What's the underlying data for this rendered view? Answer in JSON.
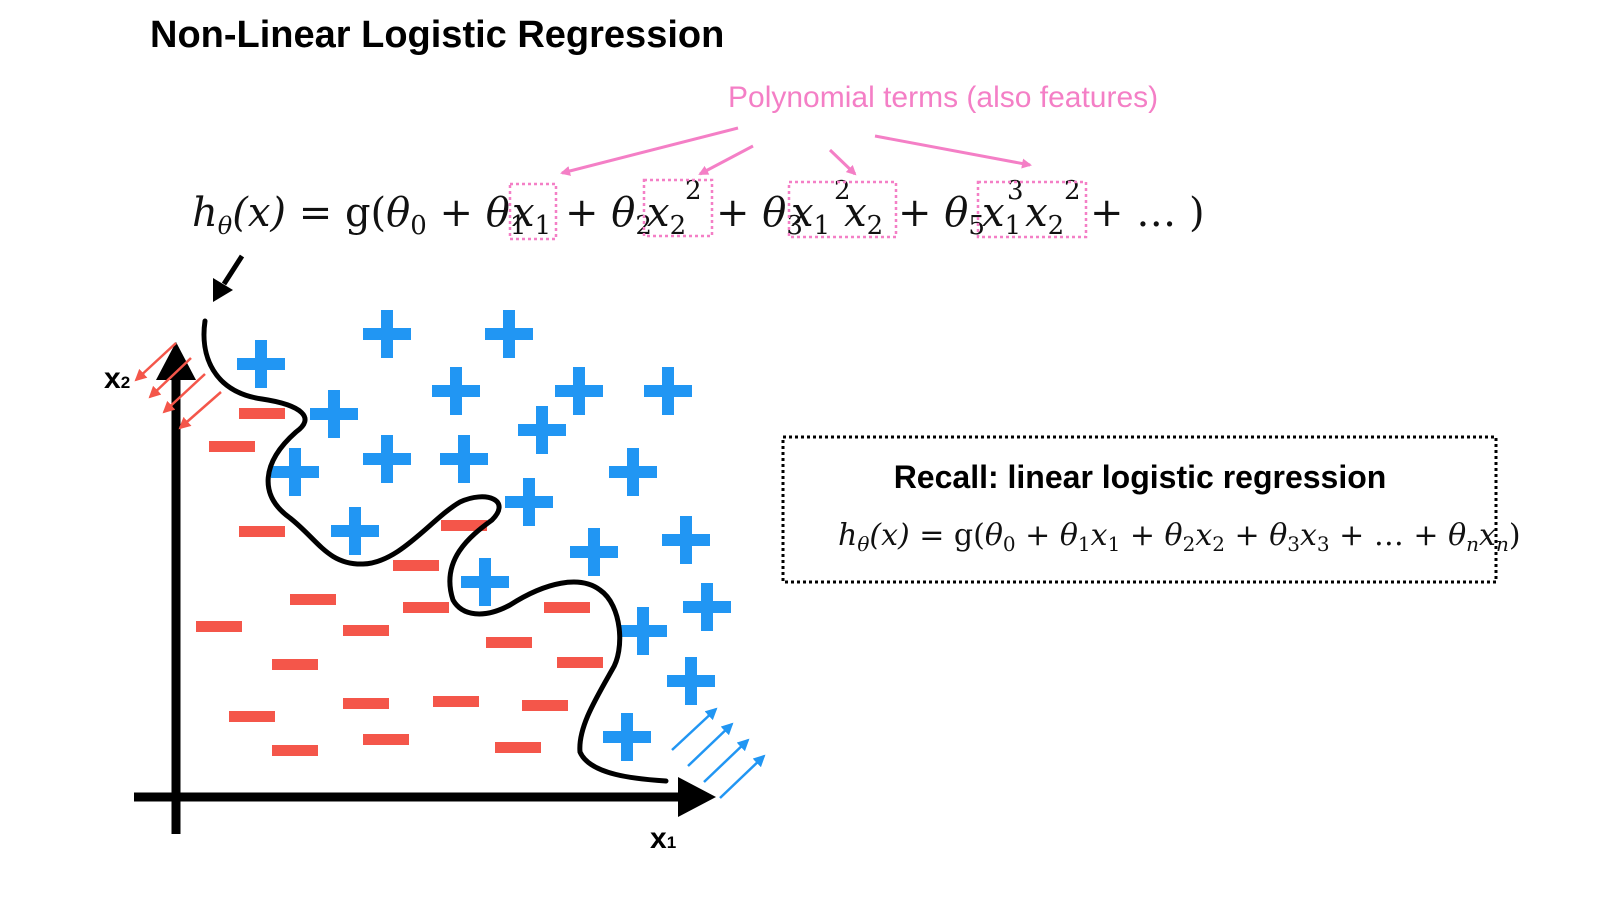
{
  "title": "Non-Linear Logistic Regression",
  "polynomial_label": "Polynomial terms (also features)",
  "main_equation": {
    "h": "h",
    "h_sub": "θ",
    "arg": "(x)",
    "eq": " = g(",
    "theta0": "θ",
    "sub0": "0",
    "plus1": " + ",
    "theta1": "θ",
    "sub1": "1",
    "term1_x": "x",
    "term1_sub": "1",
    "plus2": " + ",
    "theta2": "θ",
    "sub2": "2",
    "term2_x": "x",
    "term2_sub": "2",
    "term2_sup": "2",
    "plus3": " + ",
    "theta3": "θ",
    "sub3": "3",
    "term3_x1": "x",
    "term3_x1_sub": "1",
    "term3_x1_sup": "2",
    "term3_x2": "x",
    "term3_x2_sub": "2",
    "plus4": " + ",
    "theta5": "θ",
    "sub5": "5",
    "term4_x1": "x",
    "term4_x1_sub": "1",
    "term4_x1_sup": "3",
    "term4_x2": "x",
    "term4_x2_sub": "2",
    "term4_x2_sup": "2",
    "tail": " + … )"
  },
  "axes": {
    "x_label": "x",
    "x_sub": "1",
    "y_label": "x",
    "y_sub": "2"
  },
  "recall_box": {
    "title": "Recall: linear logistic regression",
    "equation": "h(x) = g(θ0 + θ1x1 + θ2x2 + θ3x3 + … + θnxn)",
    "h_sub": "θ",
    "subs": [
      "0",
      "1",
      "1",
      "2",
      "2",
      "3",
      "3",
      "n",
      "n"
    ]
  },
  "colors": {
    "positive": "#2196f3",
    "negative": "#f4564a",
    "boundary": "#000000",
    "highlight": "#f47fc6"
  },
  "marks": {
    "positive_symbol": "plus-sign",
    "negative_symbol": "minus-sign"
  }
}
